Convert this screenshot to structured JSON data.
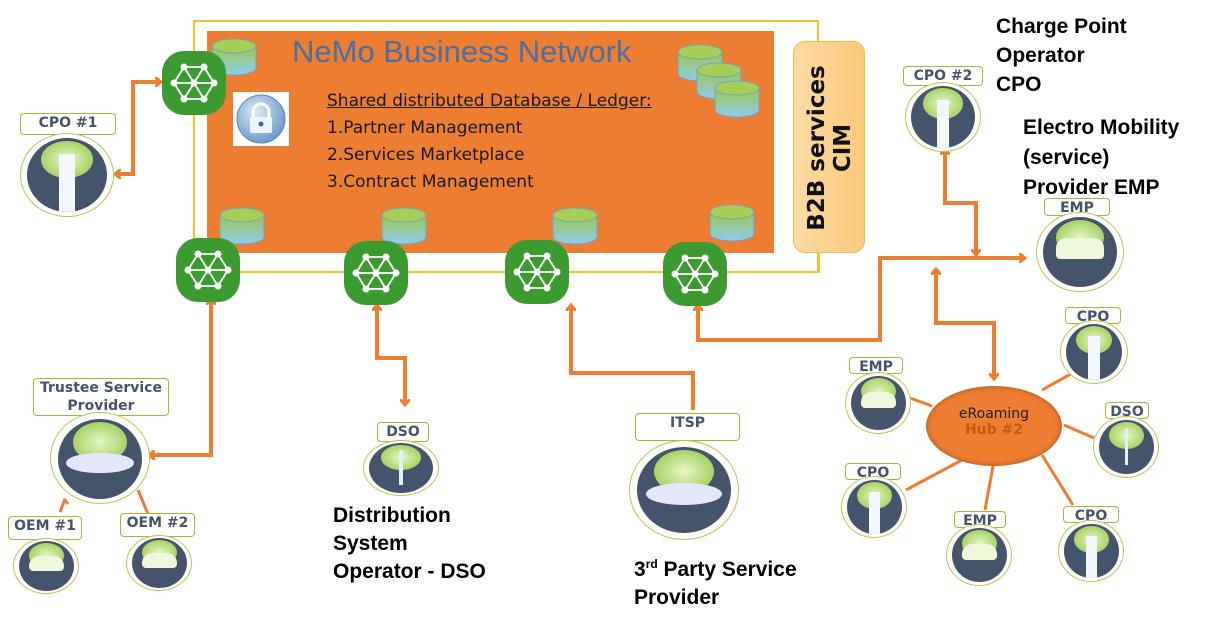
{
  "network": {
    "title": "NeMo Business Network",
    "ledger_heading": "Shared distributed Database / Ledger:",
    "ledger_items": [
      "1.Partner Management",
      "2.Services Marketplace",
      "3.Contract Management"
    ],
    "b2b_line1": "B2B services",
    "b2b_line2": "CIM"
  },
  "colors": {
    "network_box": "#ED7D31",
    "frame": "#F2C230",
    "node_green": "#3C9B30",
    "arrow": "#ED7D31",
    "title_blue": "#4A6FA5"
  },
  "actors": {
    "cpo1": "CPO #1",
    "cpo2": "CPO #2",
    "emp": "EMP",
    "trustee": "Trustee Service Provider",
    "oem1": "OEM #1",
    "oem2": "OEM #2",
    "dso": "DSO",
    "itsp": "ITSP"
  },
  "hub": {
    "line1": "eRoaming",
    "line2": "Hub #2",
    "spokes": [
      "EMP",
      "CPO",
      "DSO",
      "CPO",
      "EMP",
      "CPO"
    ]
  },
  "captions": {
    "cpo": [
      "Charge Point",
      "Operator",
      "CPO"
    ],
    "emp": [
      "Electro Mobility",
      "(service)",
      "Provider EMP"
    ],
    "dso": [
      "Distribution",
      "System",
      "Operator - DSO"
    ],
    "itsp_num": "3",
    "itsp_sup": "rd",
    "itsp_rest": " Party Service",
    "itsp_line2": "Provider"
  }
}
